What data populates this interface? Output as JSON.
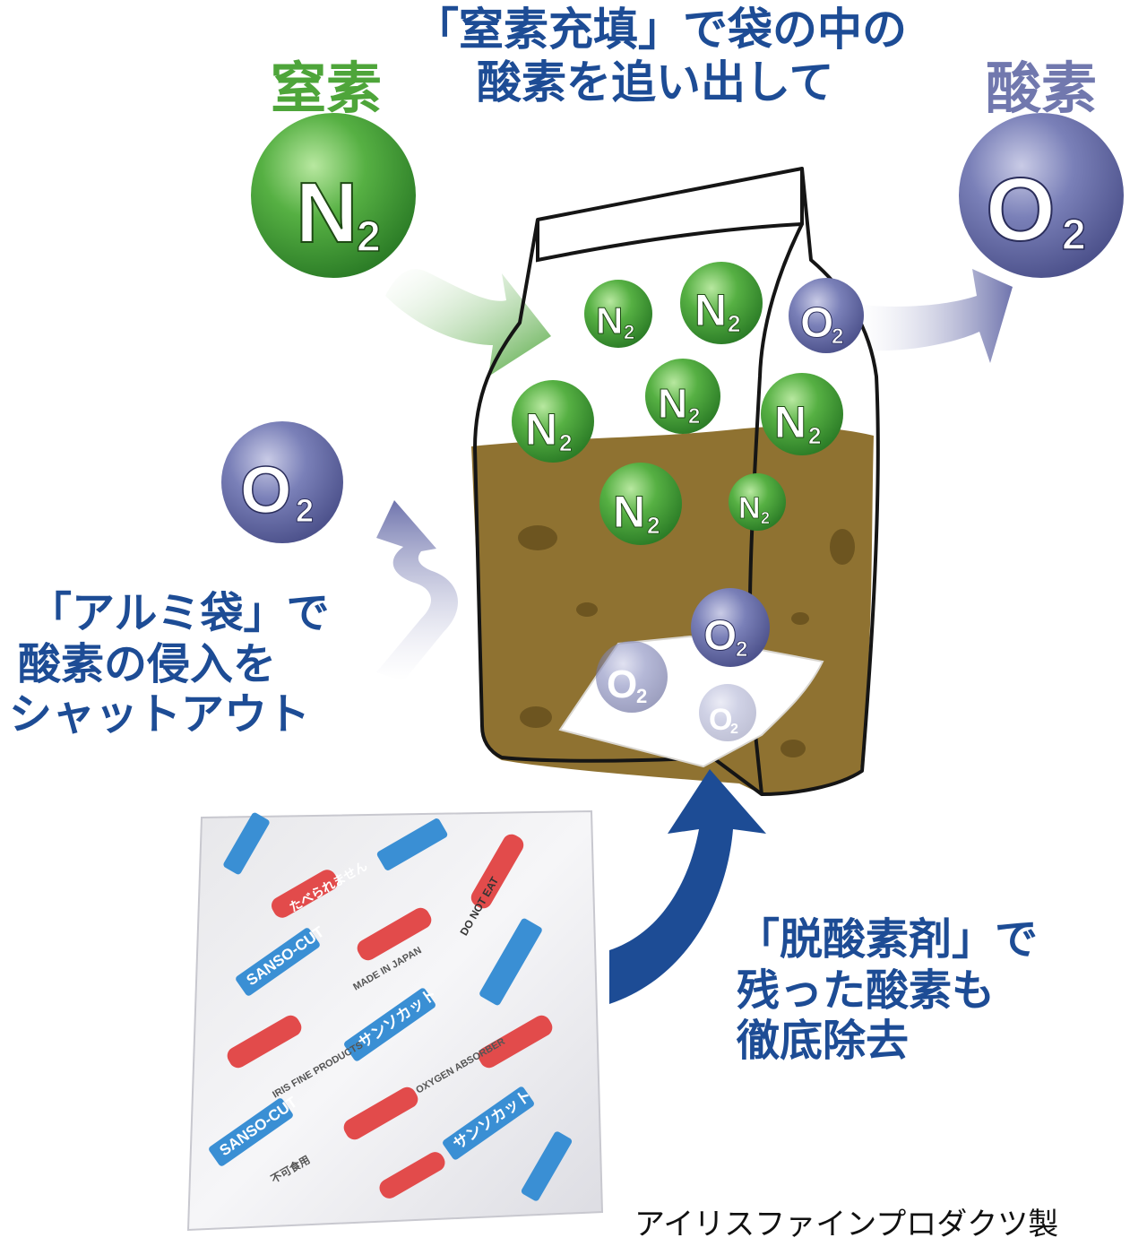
{
  "labels": {
    "nitrogen": "窒素",
    "oxygen": "酸素"
  },
  "captions": {
    "top": [
      "「窒素充填」で袋の中の",
      "酸素を追い出して"
    ],
    "left": [
      "「アルミ袋」で",
      "酸素の侵入を",
      "シャットアウト"
    ],
    "right": [
      "「脱酸素剤」で",
      "残った酸素も",
      "徹底除去"
    ]
  },
  "molecules": {
    "n2_main": "N",
    "n2_sub": "2",
    "o2_main": "O",
    "o2_sub": "2"
  },
  "packet": {
    "brand_lines": [
      "SANSO-CUT",
      "サンソカット",
      "たべられません",
      "MADE IN JAPAN",
      "IRIS FINE PRODUCTS",
      "OXYGEN ABSORBER",
      "DO NOT EAT",
      "不可食用"
    ]
  },
  "credit": "アイリスファインプロダクツ製",
  "colors": {
    "nitrogen_green": "#4ea53a",
    "oxygen_purple": "#7178ae",
    "caption_blue": "#1d4c95",
    "bag_fill": "#8f7231"
  }
}
